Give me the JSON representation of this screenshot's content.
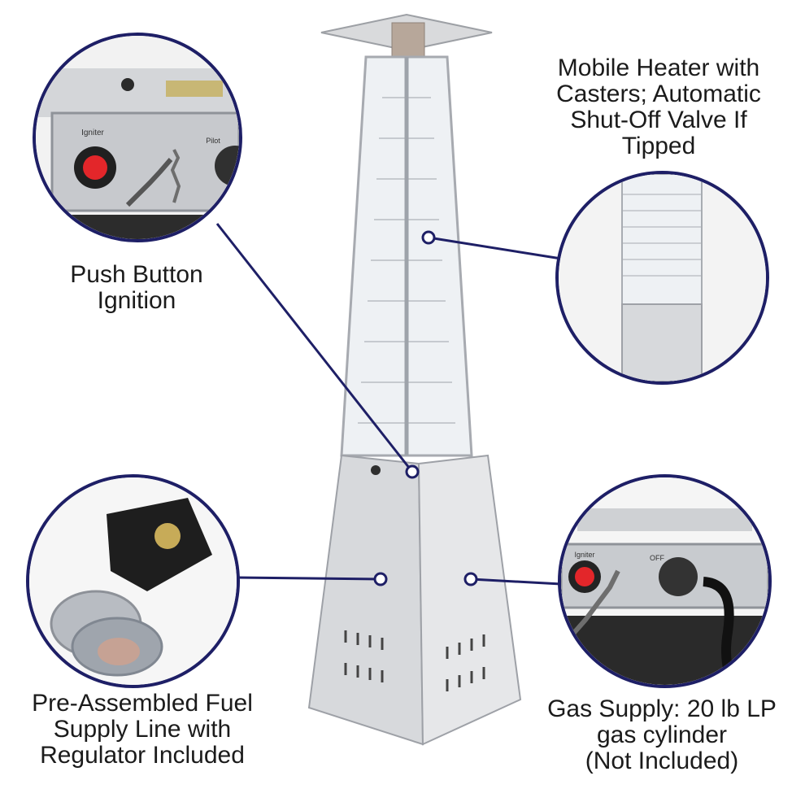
{
  "callouts": {
    "mobile": "Mobile Heater with\nCasters; Automatic\nShut-Off Valve If\nTipped",
    "ignition": "Push Button\nIgnition",
    "fuel_line": "Pre-Assembled Fuel\nSupply Line with\nRegulator Included",
    "gas_supply": "Gas Supply: 20 lb LP\ngas cylinder\n(Not Included)"
  },
  "panel_labels": {
    "igniter": "Igniter",
    "pilot": "Pilot",
    "off": "OFF"
  },
  "colors": {
    "ring": "#1e1f66",
    "steel": "#c9cbcf",
    "button_red": "#e3262a"
  }
}
